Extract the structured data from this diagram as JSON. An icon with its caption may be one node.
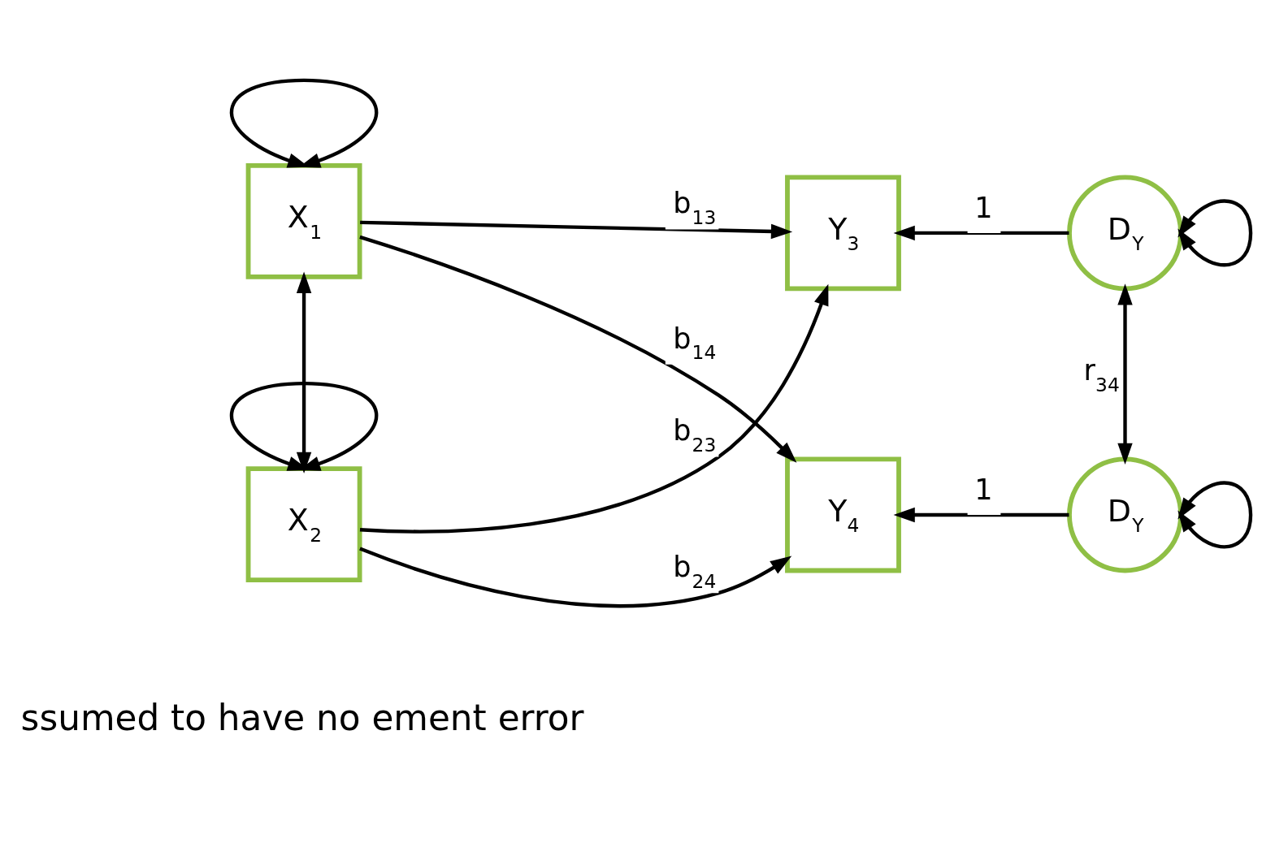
{
  "diagram": {
    "nodes": [
      {
        "text": [
          "X$_{1}$"
        ]
      },
      {
        "text": [
          "X$_{2}$"
        ]
      },
      {
        "text": [
          "Y$_{3}$"
        ]
      },
      {
        "text": [
          "Y$_{4}$"
        ]
      },
      {
        "text": [
          "D$_{Y}$"
        ]
      },
      {
        "text": [
          "D$_{Y}$"
        ]
      }
    ],
    "edges": [
      {
        "from": 0,
        "to": 0,
        "arrow": "both"
      },
      {
        "from": 1,
        "to": 1,
        "arrow": "both"
      },
      {
        "from": 4,
        "to": 4,
        "arrow": "both"
      },
      {
        "from": 5,
        "to": 5,
        "arrow": "both"
      },
      {
        "from": 0,
        "to": 1,
        "arrow": "both"
      },
      {
        "from": 0,
        "to": 2,
        "arrow": "to",
        "label": "b$_{13}$"
      },
      {
        "from": 1,
        "to": 2,
        "arrow": "to",
        "label": "b$_{23}$"
      },
      {
        "from": 0,
        "to": 3,
        "arrow": "to",
        "label": "b$_{14}$"
      },
      {
        "from": 1,
        "to": 3,
        "arrow": "to",
        "label": "b$_{24}$"
      },
      {
        "from": 4,
        "to": 2,
        "arrow": "to",
        "label": "1"
      },
      {
        "from": 5,
        "to": 3,
        "arrow": "to",
        "label": "1"
      },
      {
        "from": 4,
        "to": 5,
        "arrow": "both",
        "label": "r$_{34}$"
      }
    ],
    "labels": [
      "ssumed to have no ement error"
    ]
  }
}
